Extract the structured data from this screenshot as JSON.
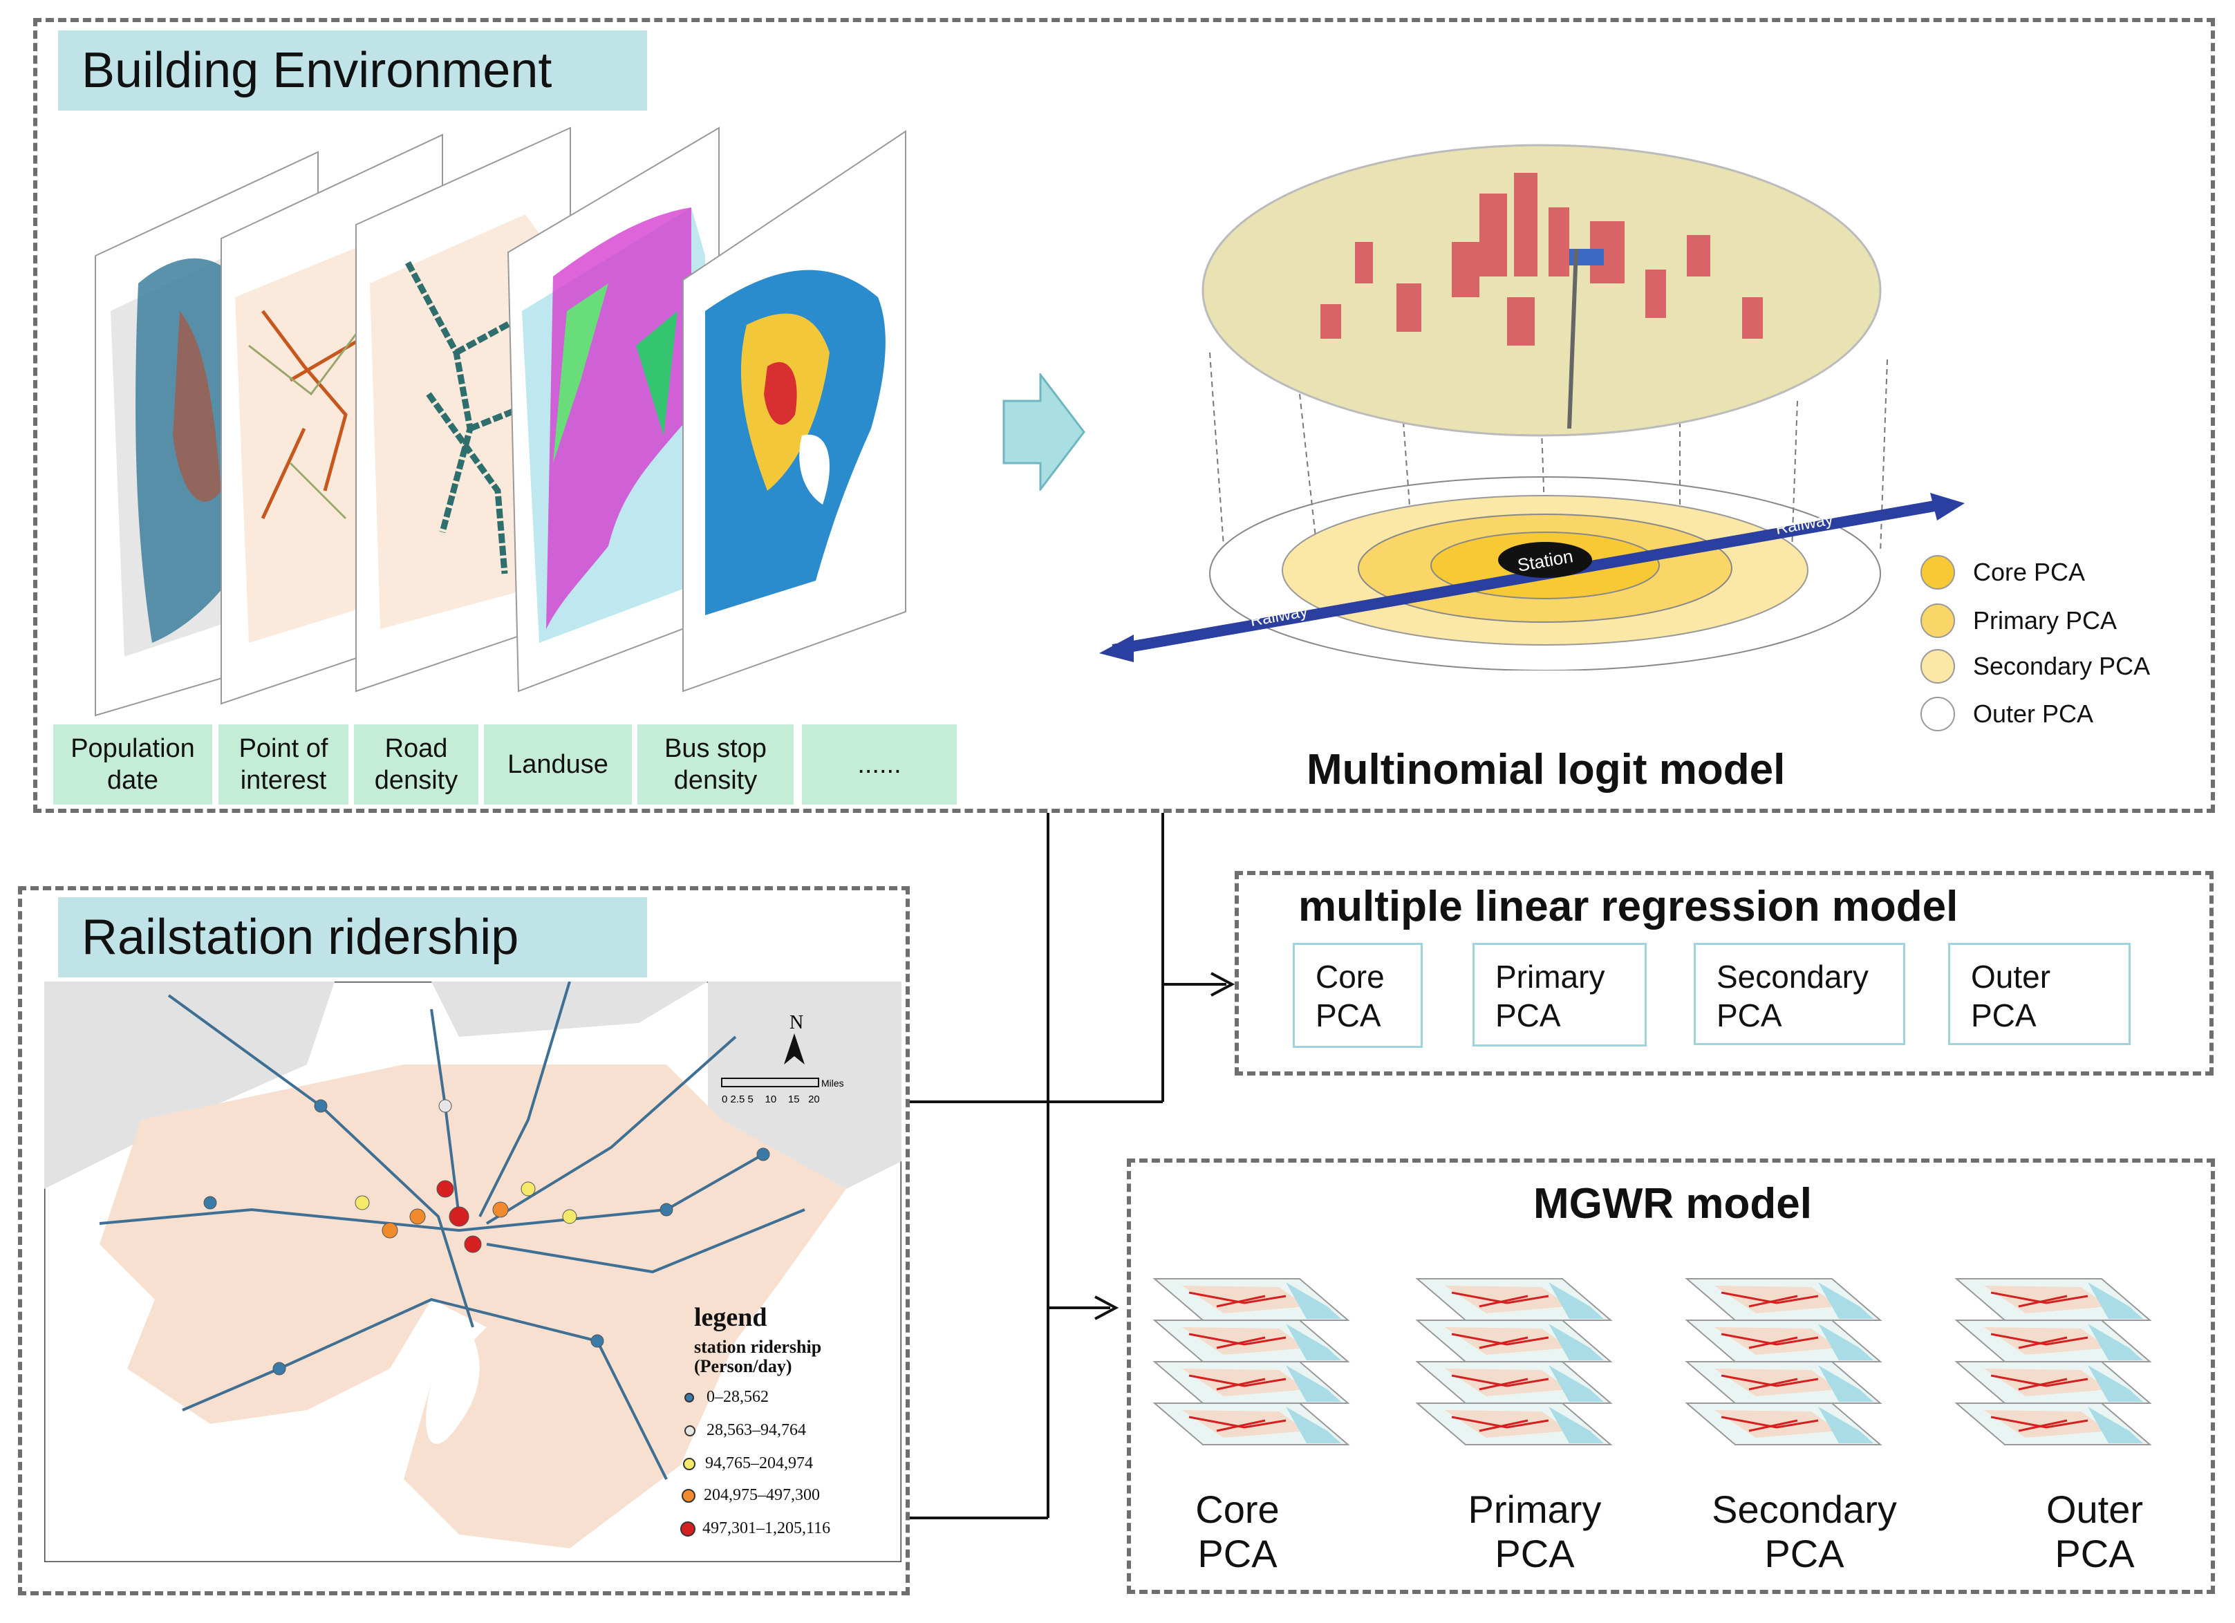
{
  "building_environment": {
    "title": "Building Environment",
    "layers": [
      "Population\ndate",
      "Point of\ninterest",
      "Road\ndensity",
      "Landuse",
      "Bus stop\ndensity",
      "......"
    ]
  },
  "mnl": {
    "title": "Multinomial logit model",
    "station_label": "Station",
    "railway_label": "Railway",
    "legend": [
      {
        "label": "Core PCA",
        "color": "#f7c934"
      },
      {
        "label": "Primary PCA",
        "color": "#f9d667"
      },
      {
        "label": "Secondary PCA",
        "color": "#fbe7a6"
      },
      {
        "label": "Outer PCA",
        "color": "#ffffff"
      }
    ]
  },
  "railstation": {
    "title": "Railstation ridership",
    "north": "N",
    "scale_ticks": "0 2.5 5    10    15   20",
    "scale_unit": "Miles",
    "legend_title": "legend",
    "legend_subtitle": "station ridership",
    "legend_unit": "(Person/day)",
    "legend": [
      {
        "label": "0–28,562",
        "color": "#3a7aa6"
      },
      {
        "label": "28,563–94,764",
        "color": "#e6e6e6"
      },
      {
        "label": "94,765–204,974",
        "color": "#f5e96a"
      },
      {
        "label": "204,975–497,300",
        "color": "#f08a2c"
      },
      {
        "label": "497,301–1,205,116",
        "color": "#d42020"
      }
    ]
  },
  "mlr": {
    "title": "multiple linear regression model",
    "boxes": [
      "Core\nPCA",
      "Primary\nPCA",
      "Secondary\nPCA",
      "Outer\nPCA"
    ]
  },
  "mgwr": {
    "title": "MGWR model",
    "labels": [
      "Core\nPCA",
      "Primary\nPCA",
      "Secondary\nPCA",
      "Outer\nPCA"
    ]
  }
}
